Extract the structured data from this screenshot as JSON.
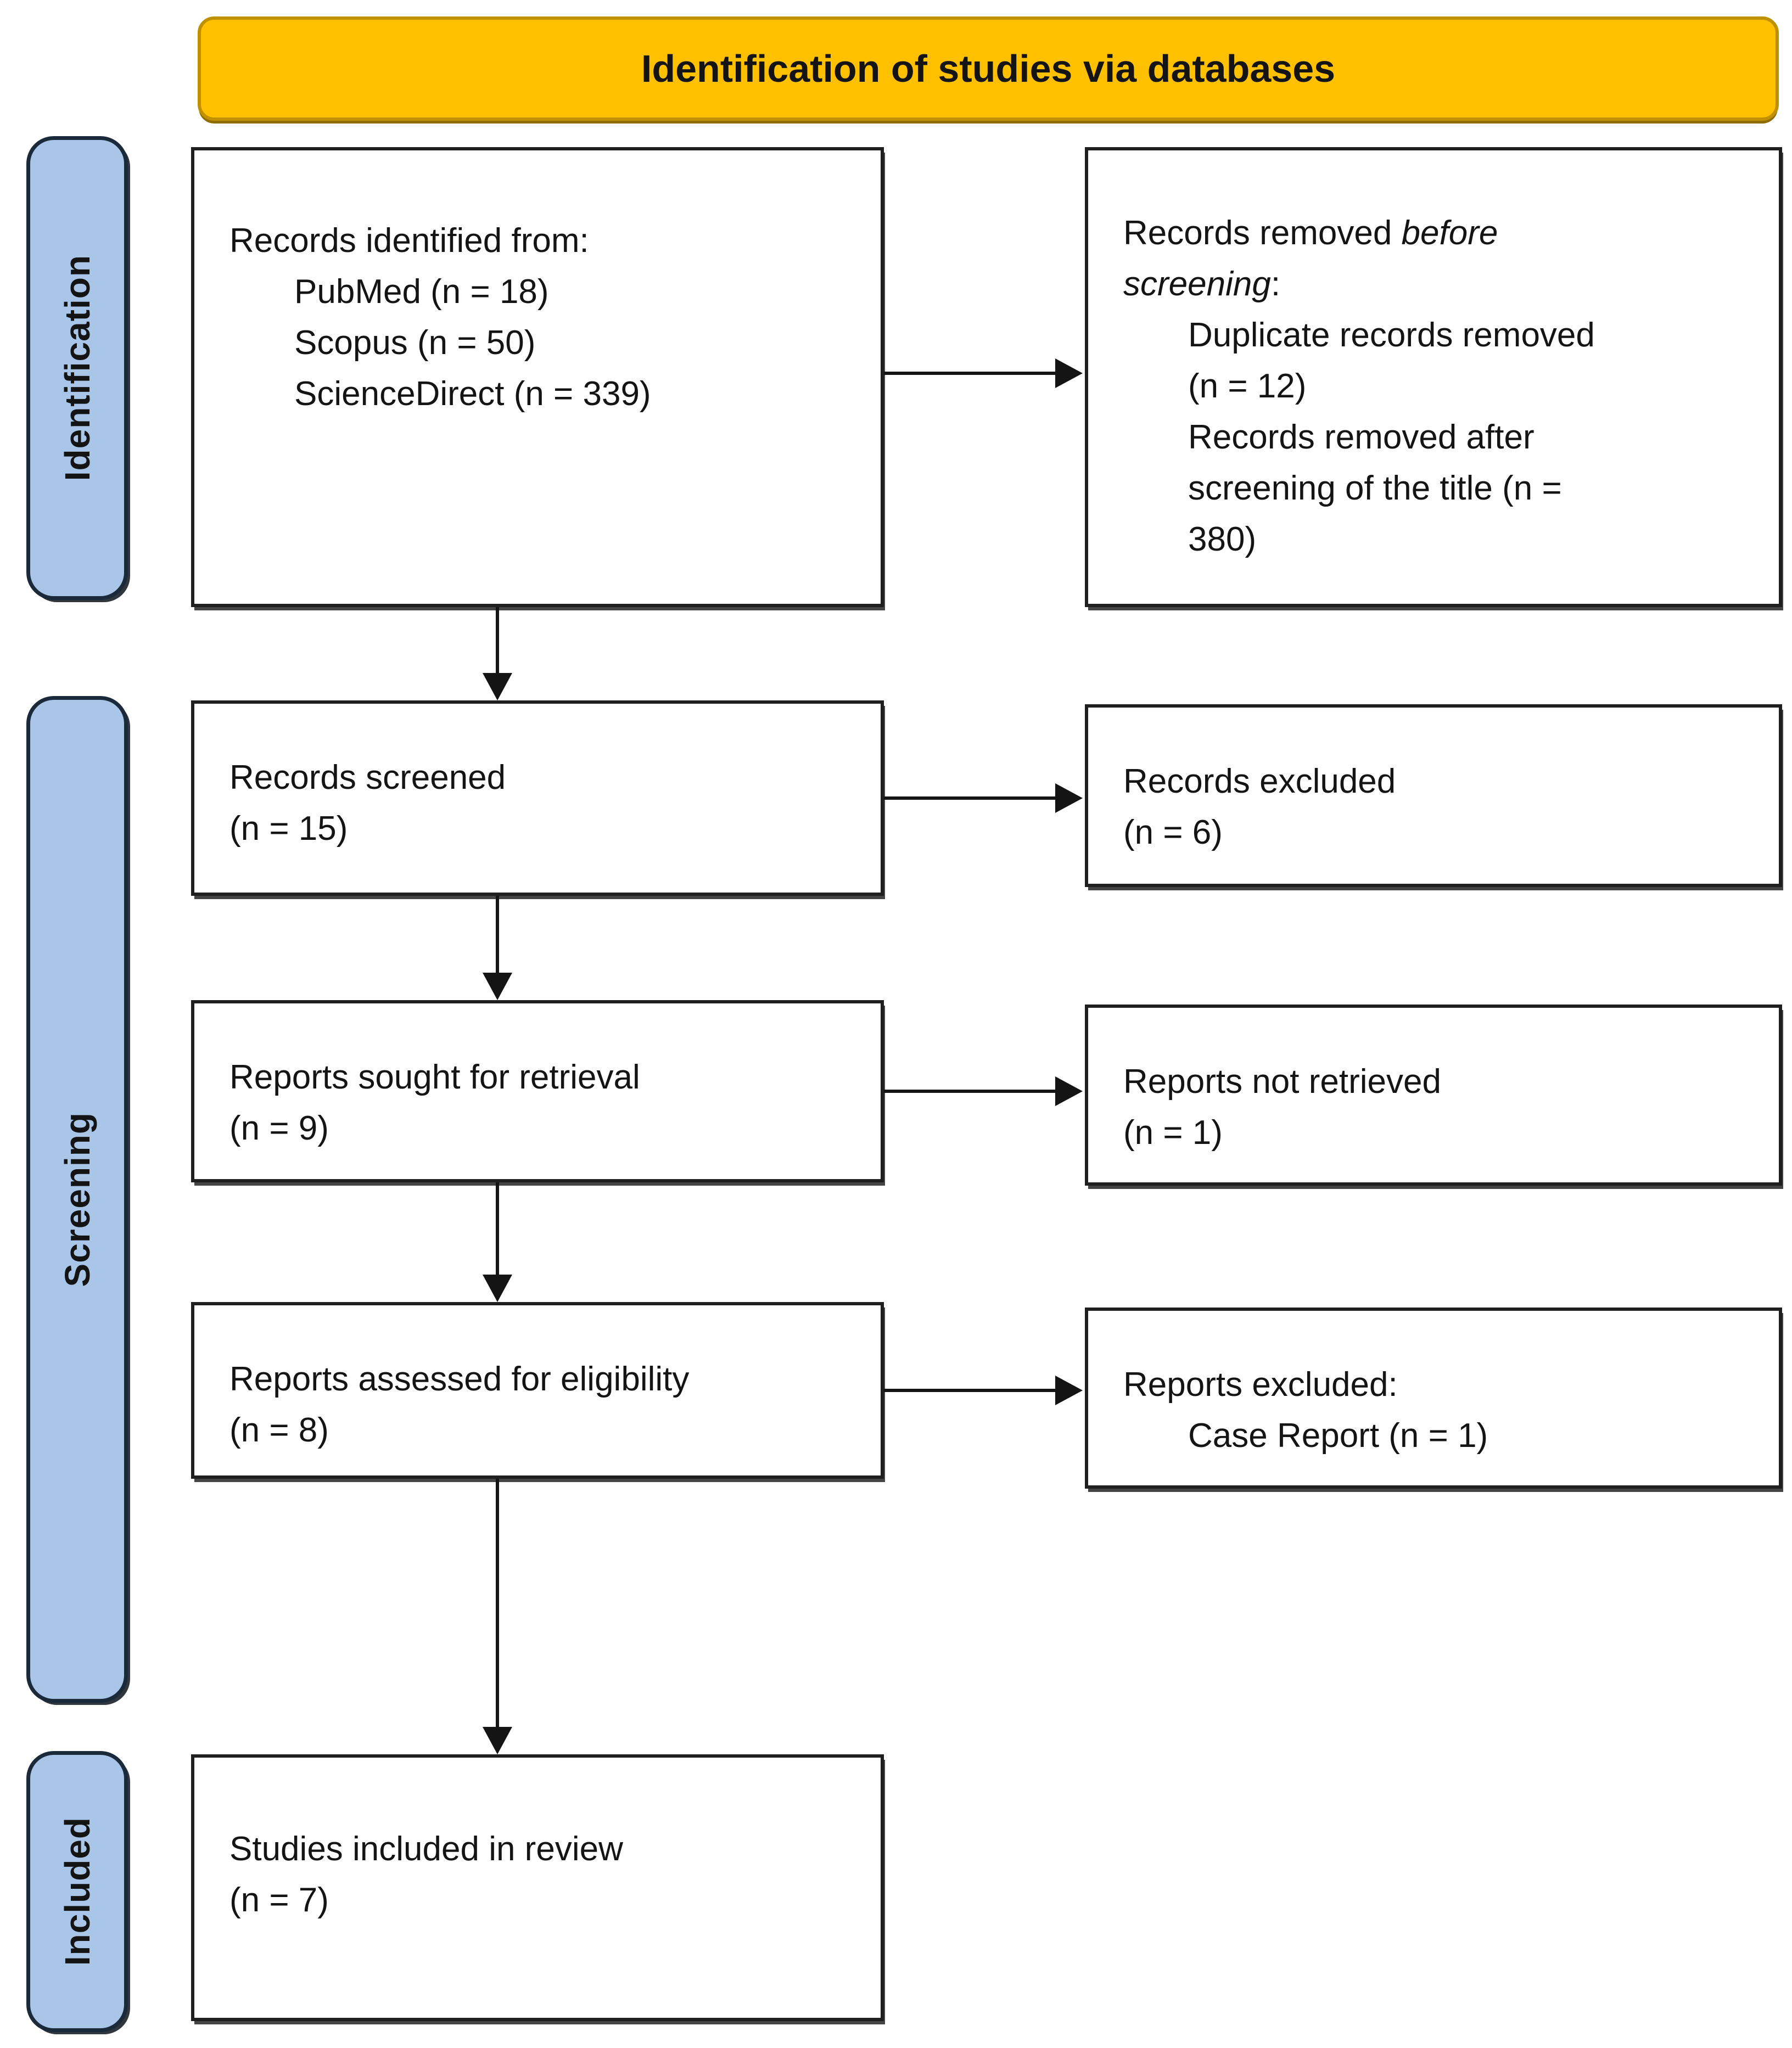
{
  "header": {
    "title": "Identification of studies via databases"
  },
  "sidebar": {
    "stages": [
      {
        "label": "Identification"
      },
      {
        "label": "Screening"
      },
      {
        "label": "Included"
      }
    ]
  },
  "flow": {
    "identified": {
      "title": "Records identified from:",
      "items": [
        "PubMed (n = 18)",
        "Scopus (n = 50)",
        "ScienceDirect (n = 339)"
      ]
    },
    "removed_before": {
      "line1_prefix": "Records removed ",
      "line1_italic": "before",
      "line2_italic": "screening",
      "line2_suffix": ":",
      "item1_lines": [
        "Duplicate records removed",
        "(n = 12)"
      ],
      "item2_lines": [
        "Records removed after",
        "screening of the title (n =",
        "380)"
      ]
    },
    "screened": {
      "line1": "Records screened",
      "line2": "(n = 15)"
    },
    "excluded": {
      "line1": "Records excluded",
      "line2": "(n = 6)"
    },
    "sought": {
      "line1": "Reports sought for retrieval",
      "line2": "(n = 9)"
    },
    "not_retrieved": {
      "line1": "Reports not retrieved",
      "line2": "(n = 1)"
    },
    "assessed": {
      "line1": "Reports assessed for eligibility",
      "line2": "(n = 8)"
    },
    "reports_excluded": {
      "title": "Reports excluded:",
      "items": [
        "Case Report (n = 1)"
      ]
    },
    "included_box": {
      "line1": "Studies included in review",
      "line2": "(n = 7)"
    }
  },
  "colors": {
    "header_fill": "#FFC000",
    "header_border": "#BF9000",
    "stage_fill": "#A9C6E9",
    "stage_border": "#1B2A3A",
    "box_border": "#1F1F1F",
    "arrow": "#141414"
  }
}
